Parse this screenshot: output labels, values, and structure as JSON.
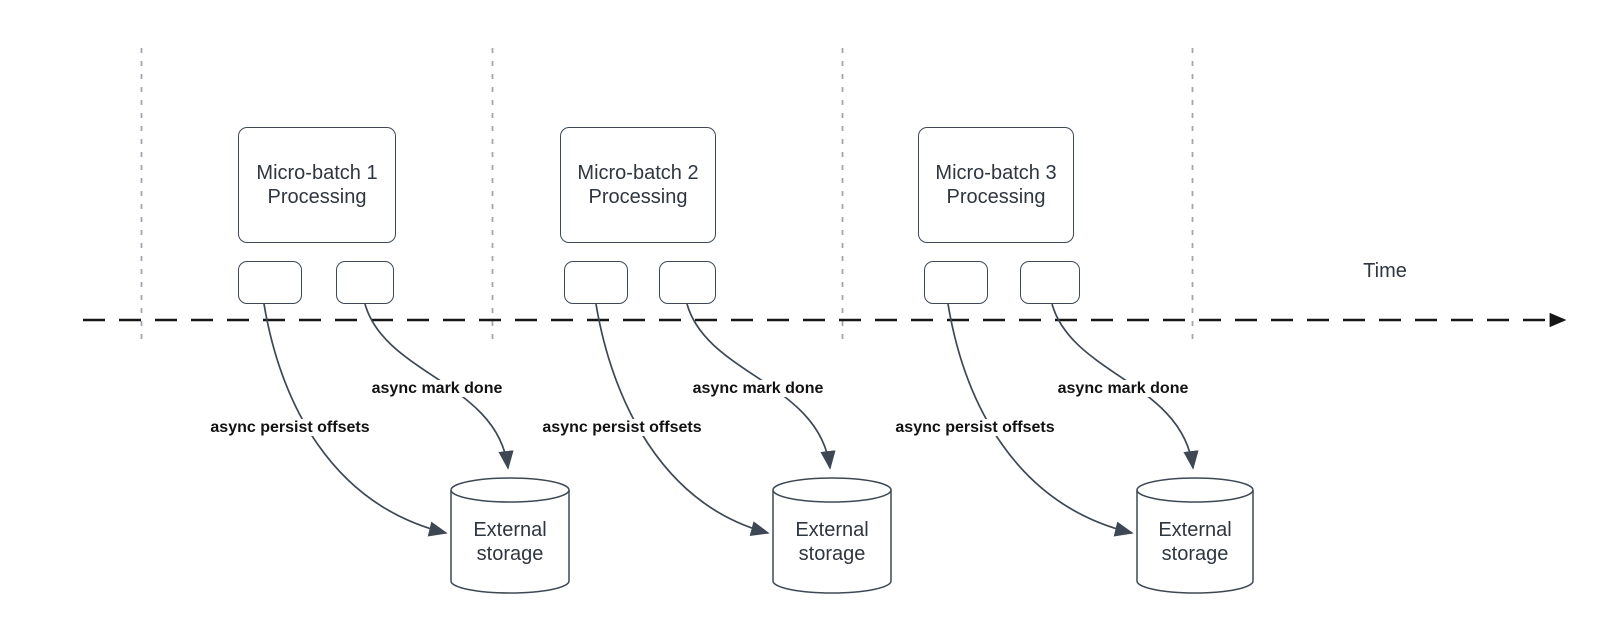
{
  "diagram": {
    "time_label": "Time",
    "colors": {
      "stroke": "#3e4854",
      "axis": "#161616",
      "guide": "#a2a6ad",
      "bold": "#121212",
      "text": "#2f3640",
      "bg": "#ffffff"
    },
    "groups": [
      {
        "title": "Micro-batch 1\nProcessing",
        "persist_label": "async persist offsets",
        "mark_done_label": "async mark done",
        "storage_label": "External\nstorage"
      },
      {
        "title": "Micro-batch 2\nProcessing",
        "persist_label": "async persist offsets",
        "mark_done_label": "async mark done",
        "storage_label": "External\nstorage"
      },
      {
        "title": "Micro-batch 3\nProcessing",
        "persist_label": "async persist offsets",
        "mark_done_label": "async mark done",
        "storage_label": "External\nstorage"
      }
    ]
  }
}
